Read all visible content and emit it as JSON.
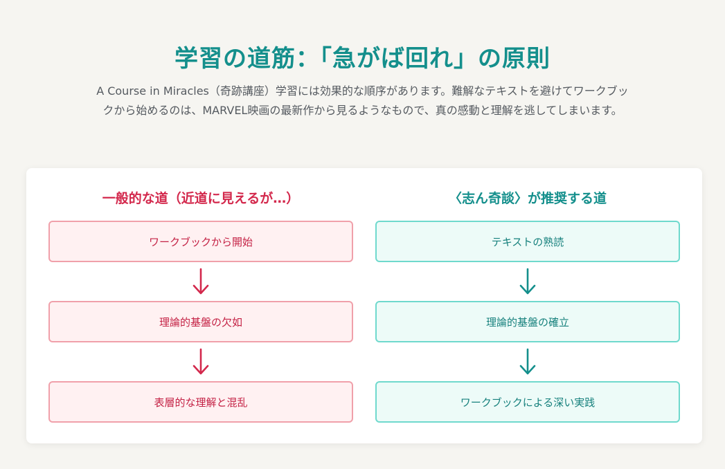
{
  "header": {
    "title": "学習の道筋：「急がば回れ」の原則",
    "intro": "A Course in Miracles（奇跡講座）学習には効果的な順序があります。難解なテキストを避けてワークブックから始めるのは、MARVEL映画の最新作から見るようなもので、真の感動と理解を逃してしまいます。"
  },
  "columns": [
    {
      "heading": "一般的な道（近道に見えるが…）",
      "color": "#d3284c",
      "steps": [
        {
          "label": "ワークブックから開始"
        },
        {
          "label": "理論的基盤の欠如"
        },
        {
          "label": "表層的な理解と混乱"
        }
      ],
      "arrow_icon": "arrow-down-icon"
    },
    {
      "heading": "〈志ん奇談〉が推奨する道",
      "color": "#148f8c",
      "steps": [
        {
          "label": "テキストの熟読"
        },
        {
          "label": "理論的基盤の確立"
        },
        {
          "label": "ワークブックによる深い実践"
        }
      ],
      "arrow_icon": "arrow-down-icon"
    }
  ]
}
